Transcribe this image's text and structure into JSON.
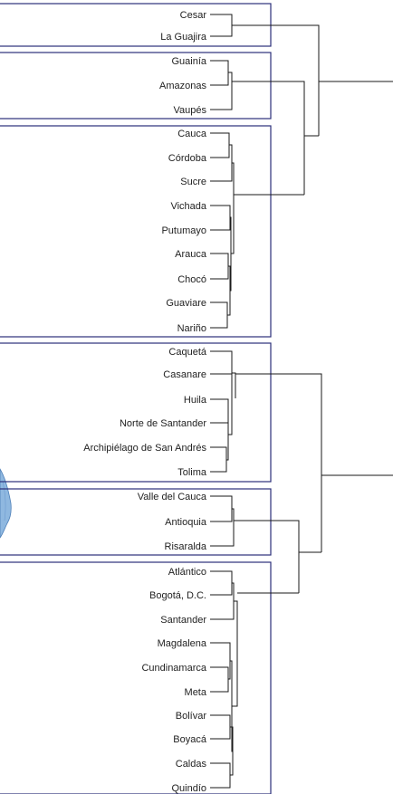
{
  "diagram": {
    "type": "dendrogram",
    "clusters": [
      {
        "leaves": [
          "Cesar",
          "La Guajira"
        ]
      },
      {
        "leaves": [
          "Guainía",
          "Amazonas",
          "Vaupés"
        ]
      },
      {
        "leaves": [
          "Cauca",
          "Córdoba",
          "Sucre",
          "Vichada",
          "Putumayo",
          "Arauca",
          "Chocó",
          "Guaviare",
          "Nariño"
        ]
      },
      {
        "leaves": [
          "Caquetá",
          "Casanare",
          "Huila",
          "Norte de Santander",
          "Archipiélago de San Andrés",
          "Tolima"
        ]
      },
      {
        "leaves": [
          "Valle del Cauca",
          "Antioquia",
          "Risaralda"
        ]
      },
      {
        "leaves": [
          "Atlántico",
          "Bogotá, D.C.",
          "Santander",
          "Magdalena",
          "Cundinamarca",
          "Meta",
          "Bolívar",
          "Boyacá",
          "Caldas",
          "Quindío"
        ]
      }
    ],
    "colors": {
      "box": "#2b2f7a",
      "link": "#1a1a1a",
      "text": "#222222",
      "map_fragment": "#8fb8e0"
    }
  }
}
